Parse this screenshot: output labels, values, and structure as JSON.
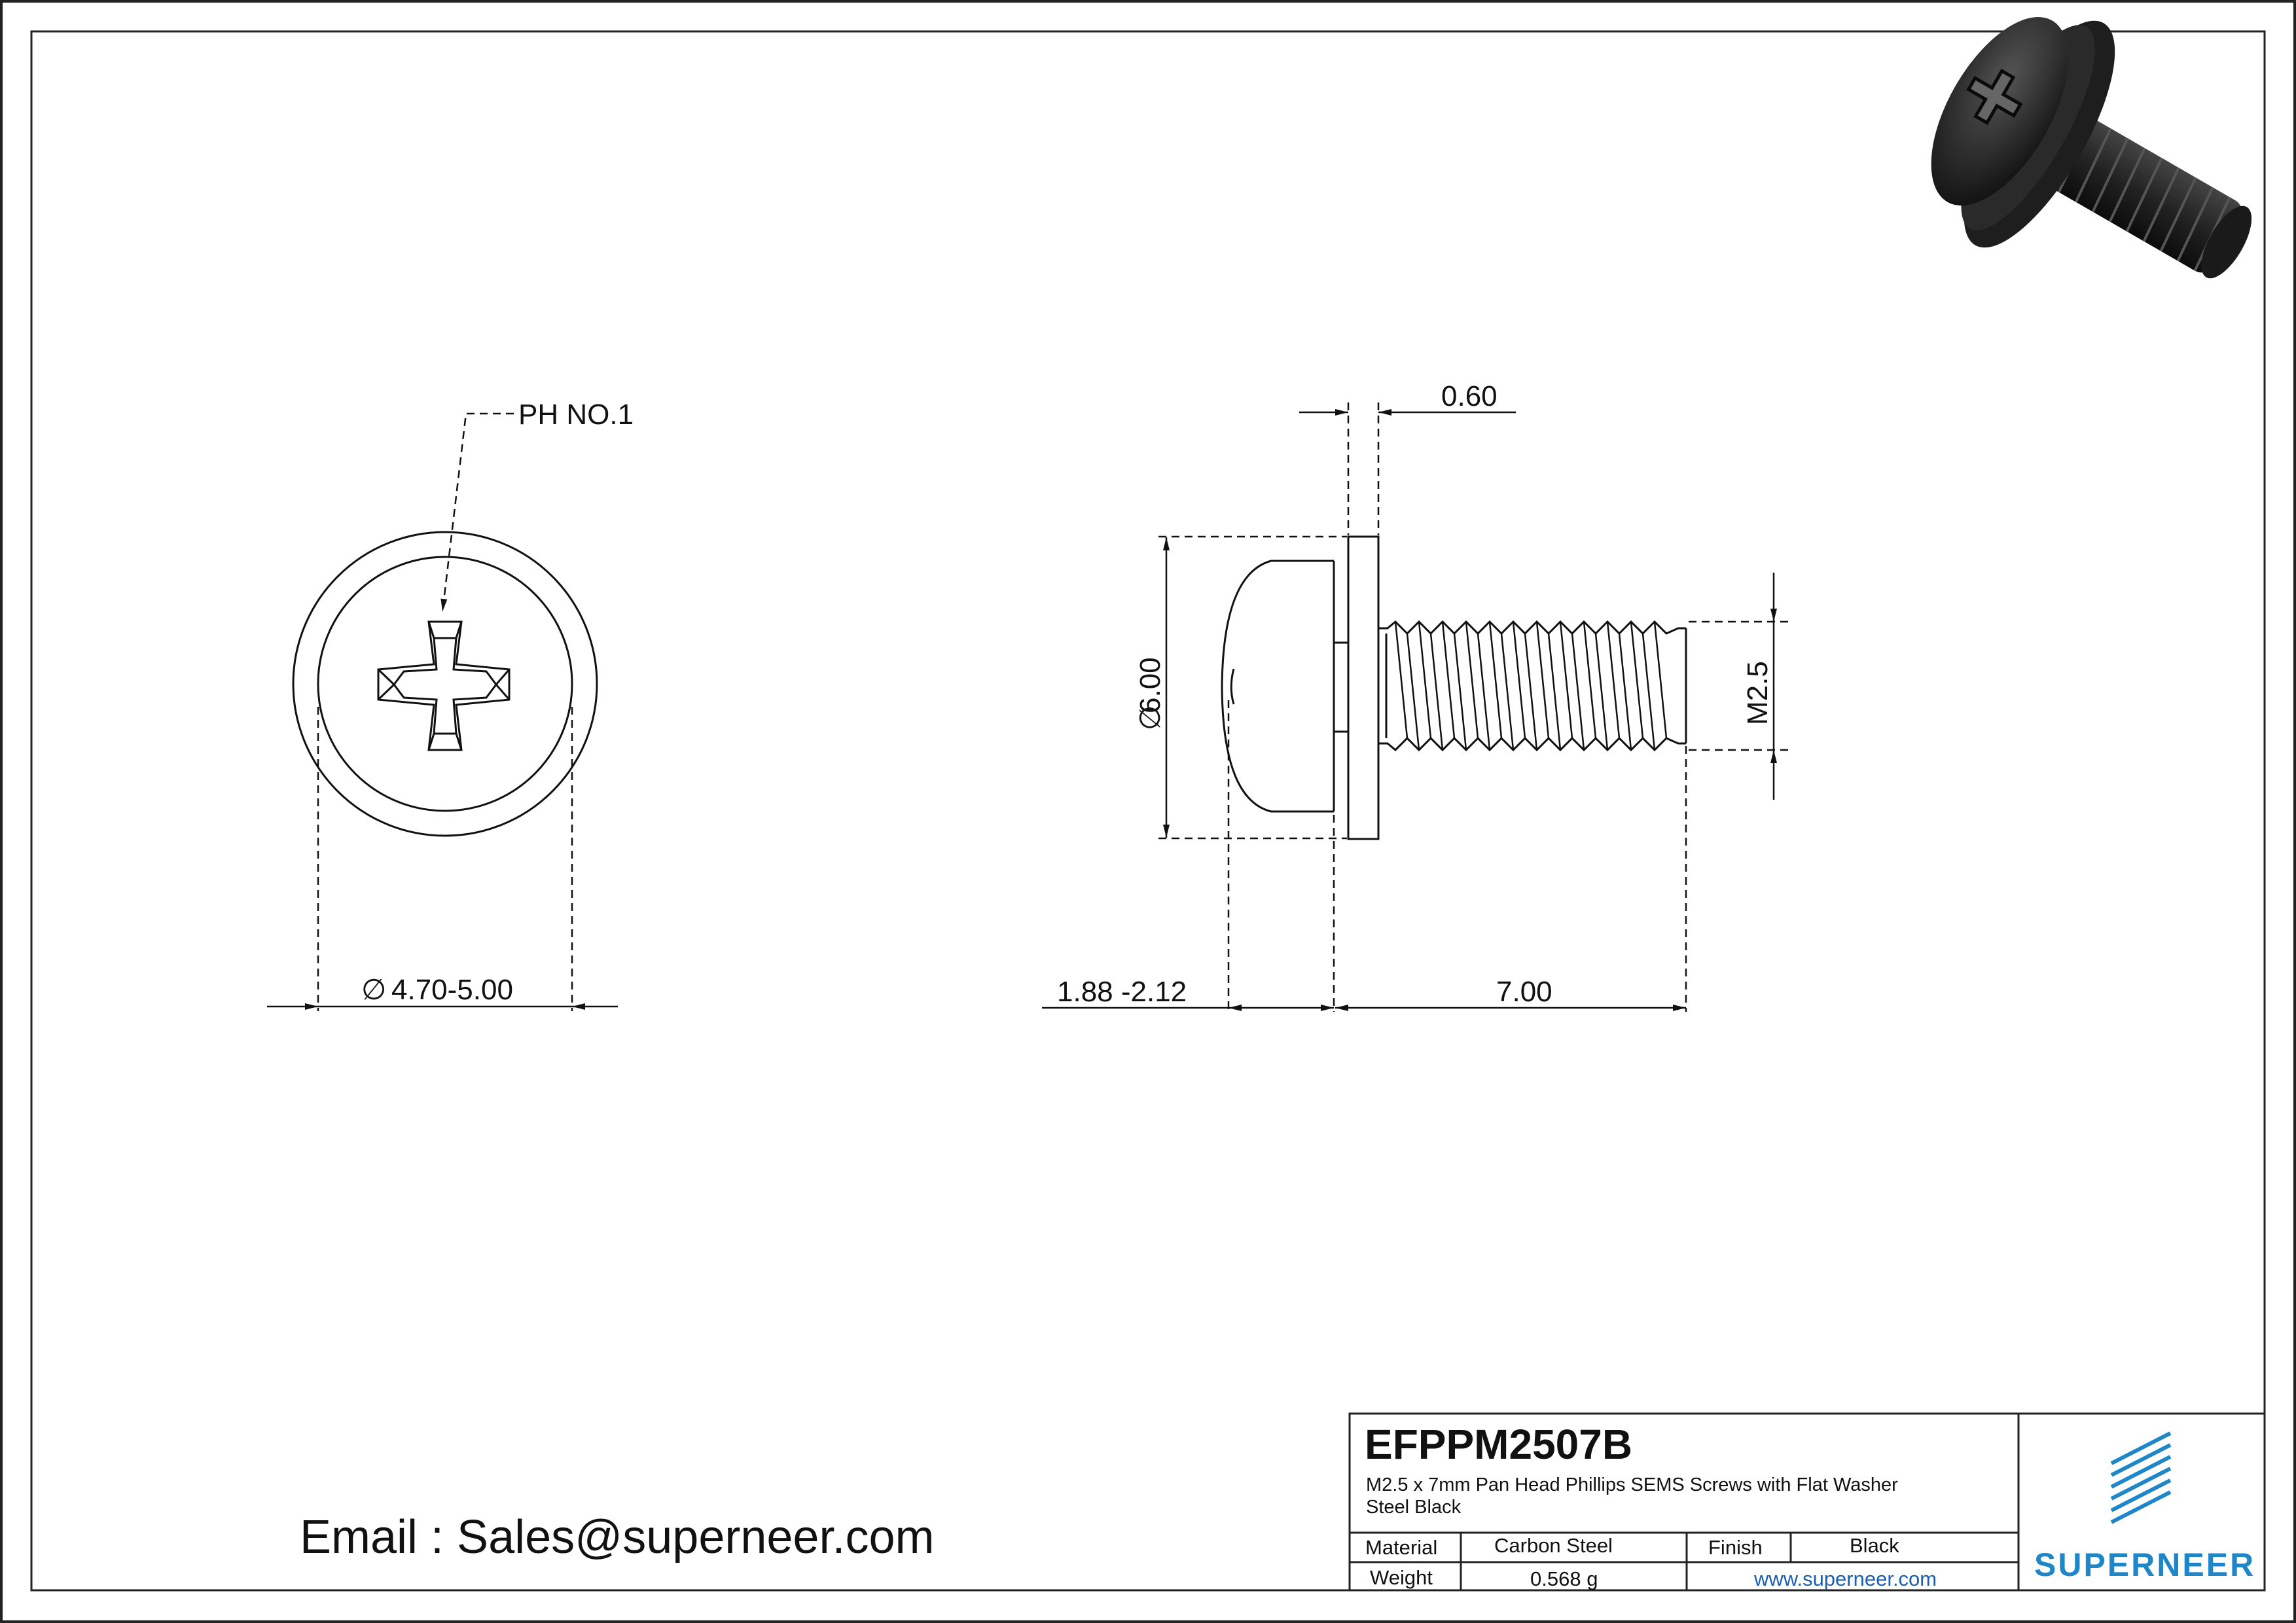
{
  "views": {
    "front": {
      "drive_label": "PH NO.1",
      "diameter_symbol": "∅",
      "diameter_range": "4.70-5.00"
    },
    "side": {
      "washer_thickness": "0.60",
      "washer_diameter_symbol": "∅",
      "washer_diameter": "6.00",
      "thread_size": "M2.5",
      "head_height": "1.88 -2.12",
      "length": "7.00"
    },
    "iso_view": {
      "icon": "screw-3d-icon",
      "color": "#1e1e1e"
    }
  },
  "contact": {
    "email_text": "Email : Sales@superneer.com"
  },
  "title_block": {
    "part_number": "EFPPM2507B",
    "description": "M2.5 x 7mm Pan Head Phillips SEMS Screws with  Flat Washer Steel Black",
    "material_label": "Material",
    "material_value": "Carbon Steel",
    "finish_label": "Finish",
    "finish_value": "Black",
    "weight_label": "Weight",
    "weight_value": "0.568 g",
    "website": "www.superneer.com",
    "brand": "SUPERNEER",
    "brand_color": "#1f86c8",
    "logo_icon": "superneer-logo-icon"
  }
}
